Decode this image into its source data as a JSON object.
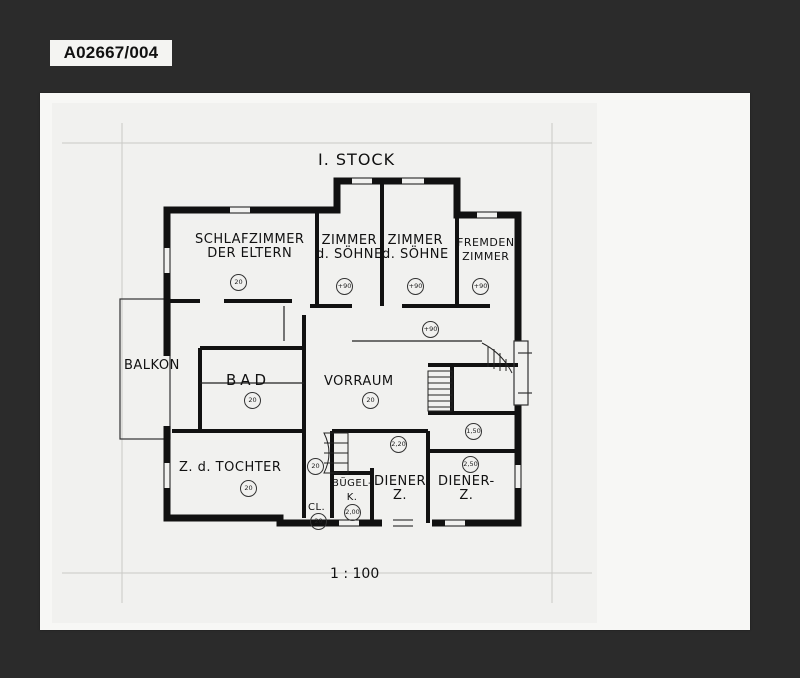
{
  "archive_id": "A02667/004",
  "plan": {
    "title": "I. STOCK",
    "scale": "1 : 100",
    "rooms": [
      {
        "label": "SCHLAFZIMMER\nDER ELTERN",
        "area": "20"
      },
      {
        "label": "ZIMMER\nd. SÖHNE",
        "area": "+90"
      },
      {
        "label": "ZIMMER\nd. SÖHNE",
        "area": "+90"
      },
      {
        "label": "FREMDEN\nZIMMER",
        "area": "+90"
      },
      {
        "label": "BALKON",
        "area": ""
      },
      {
        "label": "BAD",
        "area": "20"
      },
      {
        "label": "VORRAUM",
        "area": "20"
      },
      {
        "label": "Z. d. TOCHTER",
        "area": "20"
      },
      {
        "label": "BÜGEL-\nK.",
        "area": "2,00"
      },
      {
        "label": "DIENER\nZ.",
        "area": "2,20"
      },
      {
        "label": "DIENER-\nZ.",
        "area": "2,50"
      },
      {
        "label": "CL.",
        "area": "20"
      }
    ],
    "extra_area_marks": [
      "+90",
      "20",
      "1,50"
    ]
  }
}
